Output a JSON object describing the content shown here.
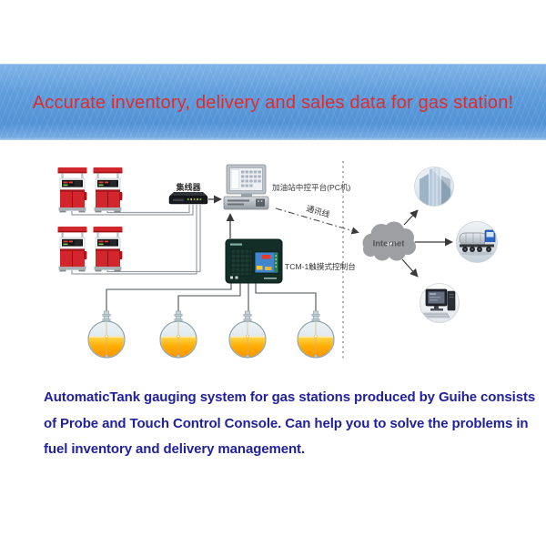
{
  "banner": {
    "title": "Accurate inventory, delivery and sales data for gas station!"
  },
  "diagram": {
    "labels": {
      "hub": "集线器",
      "pc": "加油站中控平台(PC机)",
      "comm_line": "通讯线",
      "internet": "Internet",
      "console": "TCM-1触摸式控制台"
    },
    "components": [
      "fuel-dispensers",
      "network-hub",
      "station-control-pc",
      "touch-control-console",
      "fuel-tanks",
      "internet-cloud",
      "office-building",
      "tanker-truck",
      "remote-monitor-pc"
    ]
  },
  "footer": {
    "lines": [
      "AutomaticTank gauging system for gas stations produced by Guihe consists",
      "of Probe and Touch Control Console. Can help you to solve the problems in",
      "fuel inventory and delivery management."
    ]
  },
  "colors": {
    "banner_blue": "#5f9ddb",
    "title_red": "#e02b2b",
    "footer_navy": "#21219a",
    "dispenser_red": "#d3252c",
    "fuel_orange": "#ffab00",
    "console_body": "#132e27",
    "cloud_gray": "#9d9fa2"
  }
}
